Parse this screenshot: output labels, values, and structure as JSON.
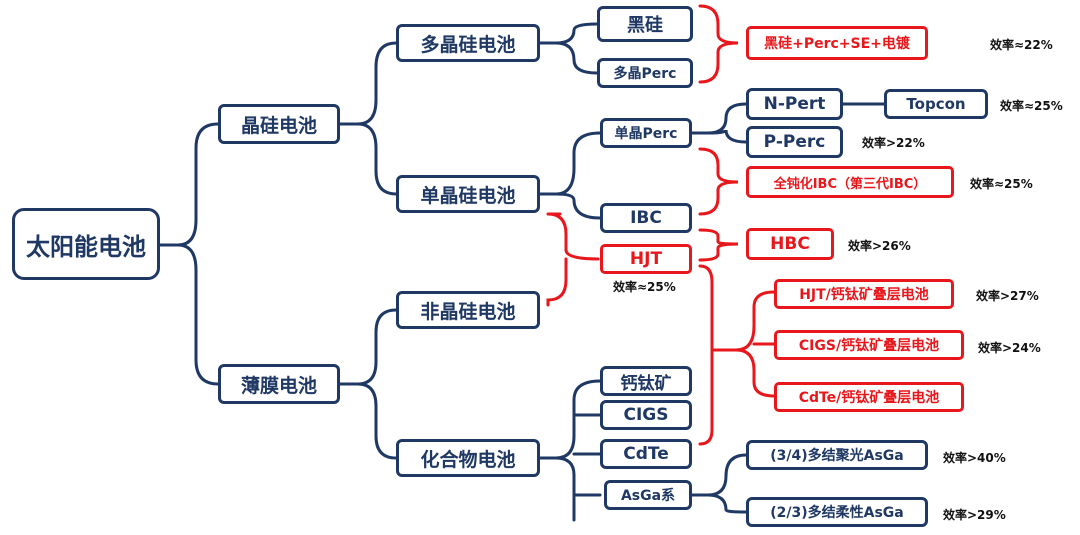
{
  "root": "太阳能电池",
  "level1": {
    "crystalline": "晶硅电池",
    "thinfilm": "薄膜电池"
  },
  "level2": {
    "poly": "多晶硅电池",
    "mono": "单晶硅电池",
    "amorphous": "非晶硅电池",
    "compound": "化合物电池"
  },
  "poly_children": {
    "black_si": "黑硅",
    "poly_perc": "多晶Perc"
  },
  "poly_upgrade": {
    "label": "黑硅+Perc+SE+电镀",
    "efficiency": "效率≈22%"
  },
  "mono_children": {
    "mono_perc": "单晶Perc",
    "ibc": "IBC"
  },
  "perc_children": {
    "n_pert": "N-Pert",
    "p_perc": "P-Perc",
    "p_perc_eff": "效率>22%"
  },
  "topcon": {
    "label": "Topcon",
    "efficiency": "效率≈25%"
  },
  "ibc_upgrade": {
    "label": "全钝化IBC（第三代IBC）",
    "efficiency": "效率≈25%"
  },
  "hjt": {
    "label": "HJT",
    "efficiency": "效率≈25%"
  },
  "hbc": {
    "label": "HBC",
    "efficiency": "效率>26%"
  },
  "tandem": [
    {
      "label": "HJT/钙钛矿叠层电池",
      "efficiency": "效率>27%"
    },
    {
      "label": "CIGS/钙钛矿叠层电池",
      "efficiency": "效率>24%"
    },
    {
      "label": "CdTe/钙钛矿叠层电池",
      "efficiency": ""
    }
  ],
  "compound_children": {
    "perovskite": "钙钛矿",
    "cigs": "CIGS",
    "cdte": "CdTe",
    "asga": "AsGa系"
  },
  "asga_children": [
    {
      "label": "(3/4)多结聚光AsGa",
      "efficiency": "效率>40%"
    },
    {
      "label": "(2/3)多结柔性AsGa",
      "efficiency": "效率>29%"
    }
  ],
  "colors": {
    "blue": "#1f3864",
    "red": "#e8171c"
  }
}
